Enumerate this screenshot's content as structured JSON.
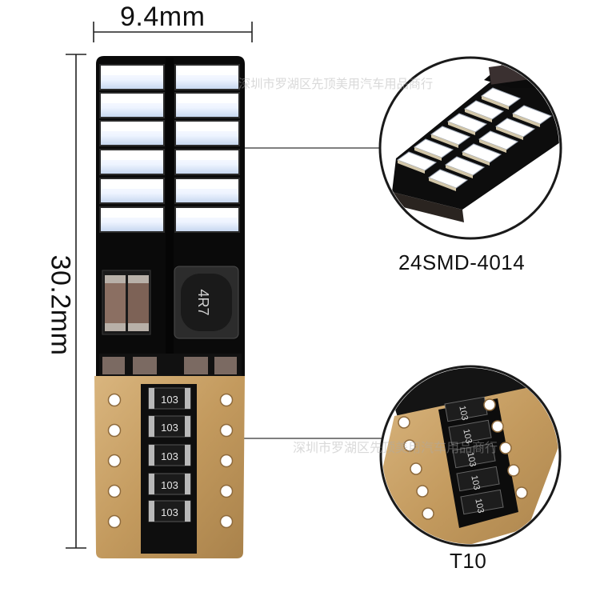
{
  "dimensions": {
    "width_label": "9.4mm",
    "height_label": "30.2mm"
  },
  "callouts": [
    {
      "label": "24SMD-4014"
    },
    {
      "label": "T10"
    }
  ],
  "watermark": {
    "text": "深圳市罗湖区先顶美用汽车用品商行"
  },
  "bulb": {
    "led_count": 24,
    "resistor_code": "103",
    "inductor_marking": "4R7"
  },
  "colors": {
    "pcb": "#0b0b0b",
    "led_white": "#f4f8ff",
    "led_glow": "#cfe0ff",
    "pad_gold": "#c9a166",
    "background": "#ffffff"
  }
}
